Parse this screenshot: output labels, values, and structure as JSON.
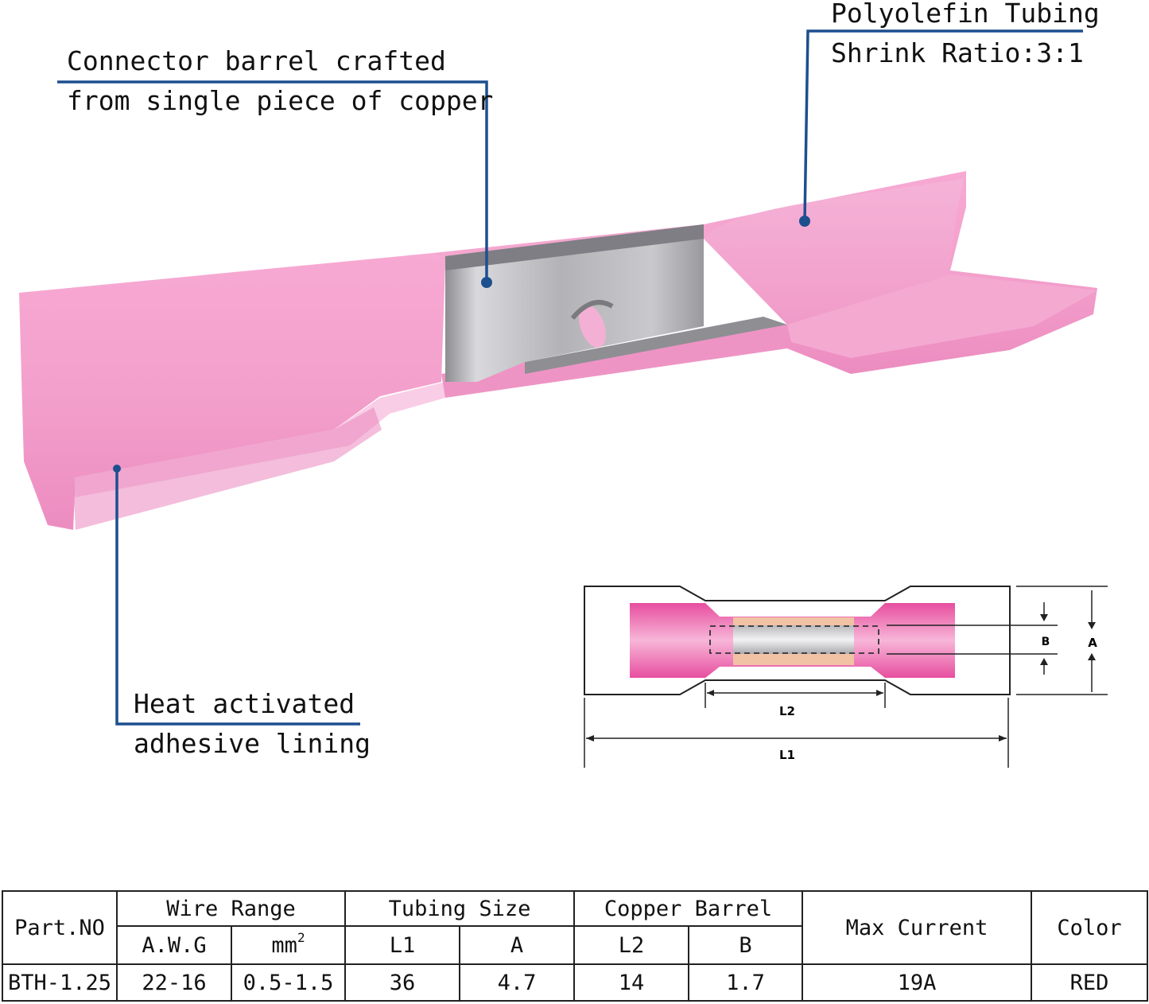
{
  "callouts": {
    "barrel_line1": "Connector barrel crafted",
    "barrel_line2": "from single piece of copper",
    "tubing_line1": "Polyolefin Tubing",
    "tubing_line2": "Shrink Ratio:3:1",
    "adhesive_line1": "Heat activated",
    "adhesive_line2": "adhesive lining"
  },
  "dimension_labels": {
    "l1": "L1",
    "l2": "L2",
    "a": "A",
    "b": "B"
  },
  "colors": {
    "tube_pink": "#f5a3cf",
    "tube_dark": "#e57ab6",
    "copper_silver": "#b9b9bc",
    "leader_blue": "#1d4f8f",
    "diagram_pink": "#e8489a",
    "diagram_orange": "#f1c2a4"
  },
  "table": {
    "part_no": "Part.NO",
    "wire_range": "Wire Range",
    "tubing_size": "Tubing Size",
    "copper_barrel": "Copper Barrel",
    "max_current": "Max Current",
    "color": "Color",
    "awg": "A.W.G",
    "mm_unit": "mm",
    "mm_sup": "2",
    "l1": "L1",
    "a": "A",
    "l2": "L2",
    "b": "B",
    "row": {
      "part": "BTH-1.25",
      "awg": "22-16",
      "mm2": "0.5-1.5",
      "l1": "36",
      "a": "4.7",
      "l2": "14",
      "b": "1.7",
      "current": "19A",
      "color": "RED"
    }
  }
}
